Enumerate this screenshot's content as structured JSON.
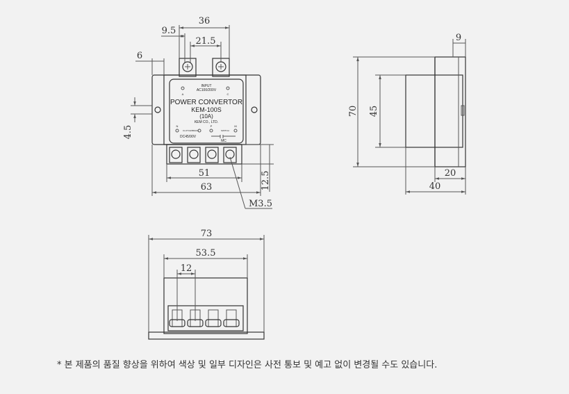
{
  "front_view": {
    "dims": {
      "d36": "36",
      "d9_5": "9.5",
      "d21_5": "21.5",
      "d6": "6",
      "d4_5": "4.5",
      "d51": "51",
      "d63": "63",
      "d12_5": "12.5",
      "m3_5": "M3.5"
    },
    "plate": {
      "input_label": "INPUT",
      "input_spec": "AC100/200V",
      "terminal_a": "A",
      "terminal_c": "C",
      "title": "POWER CONVERTOR",
      "model": "KEM-100S",
      "rating": "(10A)",
      "maker": "KEM CO., LTD.",
      "terminal_n": "N",
      "terminal_p": "P",
      "terminal_m": "M",
      "left_sub": "CLUTCH/BRAKE",
      "right_sub": "SWITCH",
      "output_spec": "DC45/90V",
      "mc_label": "MC"
    }
  },
  "side_view": {
    "dims": {
      "d9": "9",
      "d70": "70",
      "d45": "45",
      "d20": "20",
      "d40": "40"
    }
  },
  "bottom_view": {
    "dims": {
      "d73": "73",
      "d53_5": "53.5",
      "d12": "12"
    }
  },
  "footnote": "* 본 제품의 품질 향상을 위하여 색상 및 일부 디자인은 사전 통보 및 예고 없이 변경될 수도 있습니다."
}
